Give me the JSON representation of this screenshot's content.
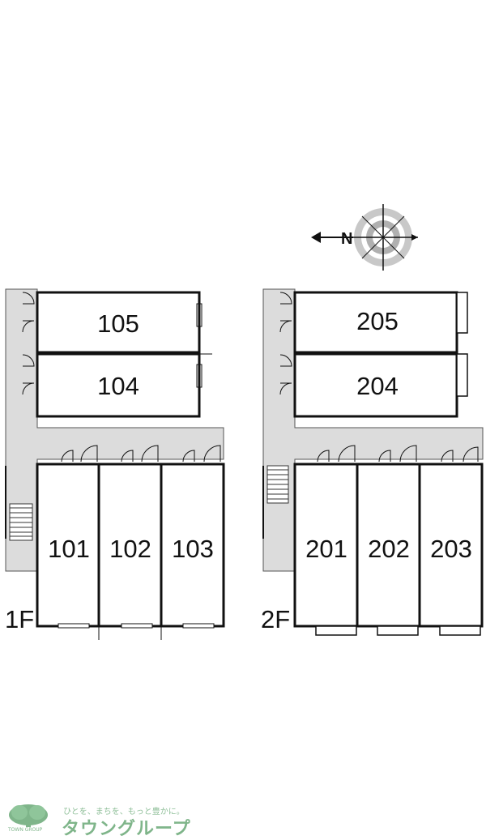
{
  "compass": {
    "north_label": "N",
    "direction": "west"
  },
  "floors": [
    {
      "label": "1F",
      "rooms": [
        "105",
        "104",
        "101",
        "102",
        "103"
      ]
    },
    {
      "label": "2F",
      "rooms": [
        "205",
        "204",
        "201",
        "202",
        "203"
      ]
    }
  ],
  "brand": {
    "tagline": "ひとを、まちを、もっと豊かに。",
    "name": "タウングループ",
    "logo_text": "TOWN GROUP"
  },
  "colors": {
    "corridor": "#dcdcdc",
    "wall": "#111111",
    "brand_green": "#7fb58a"
  }
}
